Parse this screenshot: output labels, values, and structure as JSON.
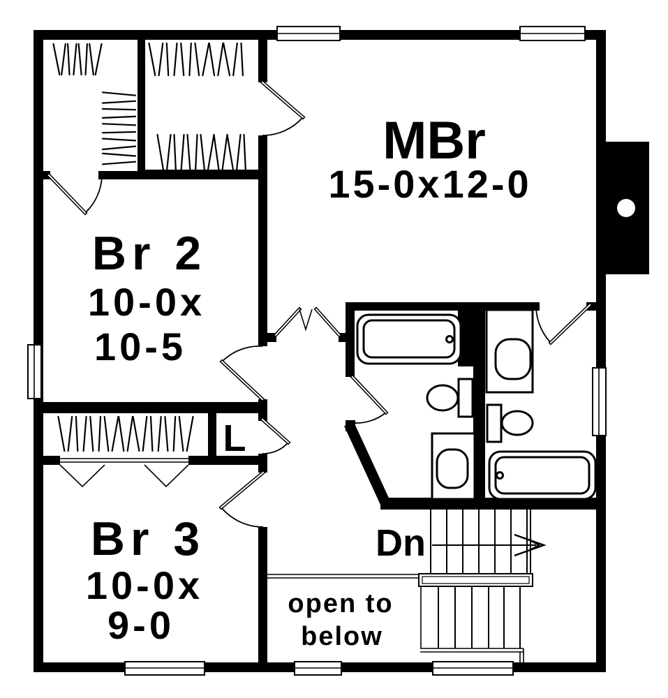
{
  "rooms": {
    "master_bedroom": {
      "name": "MBr",
      "dims": "15-0x12-0"
    },
    "bedroom_2": {
      "name": "Br 2",
      "dim_line1": "10-0x",
      "dim_line2": "10-5"
    },
    "bedroom_3": {
      "name": "Br 3",
      "dim_line1": "10-0x",
      "dim_line2": "9-0"
    },
    "linen_closet": {
      "label": "L"
    }
  },
  "stairs": {
    "down_label": "Dn",
    "note_line1": "open to",
    "note_line2": "below"
  },
  "icons": {
    "fixtures": [
      "bathtub-icon",
      "toilet-icon",
      "vanity-sink-icon",
      "closet-rod-hatch-icon",
      "chimney-icon",
      "door-swing-icon",
      "window-icon",
      "stair-down-arrow-icon"
    ]
  },
  "colors": {
    "ink": "#000000",
    "paper": "#ffffff"
  }
}
